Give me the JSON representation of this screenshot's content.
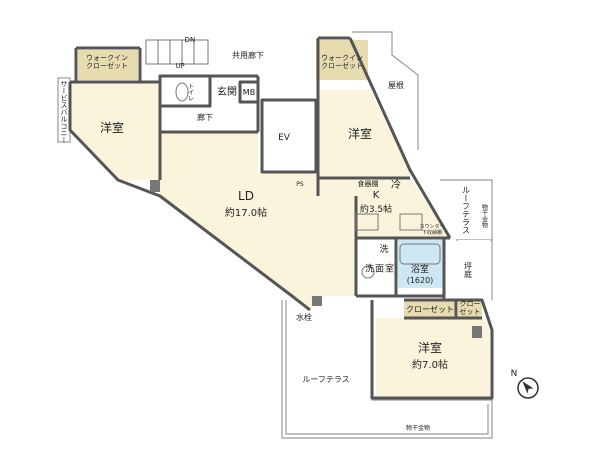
{
  "colors": {
    "room_fill": "#fbf4dc",
    "closet_fill": "#e7dcb0",
    "bath_fill": "#cfe6f3",
    "wall": "#555555",
    "terrace_line": "#999999"
  },
  "rooms": {
    "wic_left": "ウォークイン\nクローゼット",
    "wic_right": "ウォークイン\nクローゼット",
    "service_balcony": "サービスバルコニー",
    "youshitsu_left": "洋室",
    "youshitsu_right": "洋室",
    "kyoyou_rouka": "共用廊下",
    "genkan": "玄関",
    "mb": "MB",
    "rouka": "廊下",
    "ev": "EV",
    "yane": "屋根",
    "ld": "LD",
    "ld_size": "約17.0帖",
    "shokkidana": "食器棚",
    "rei": "冷",
    "k": "K",
    "k_size": "約3.5帖",
    "roof_terrace_right": "ルーフテラス",
    "monohoshi_right": "物干金物",
    "tsubo_niwa": "坪庭",
    "sen": "洗",
    "senmen": "洗\n面\n室",
    "yokushitsu": "浴室",
    "yokushitsu_size": "(1620)",
    "closet_a": "クローゼット",
    "closet_b": "クロー\nゼット",
    "suisen": "水栓",
    "youshitsu_bottom": "洋室",
    "youshitsu_bottom_size": "約7.0帖",
    "roof_terrace_bottom": "ルーフテラス",
    "monohoshi_bottom": "物干金物",
    "up": "UP",
    "dn": "DN",
    "ps": "PS",
    "toilet": "トイレ",
    "counter": "カウンター\n下収納棚",
    "north": "N"
  }
}
